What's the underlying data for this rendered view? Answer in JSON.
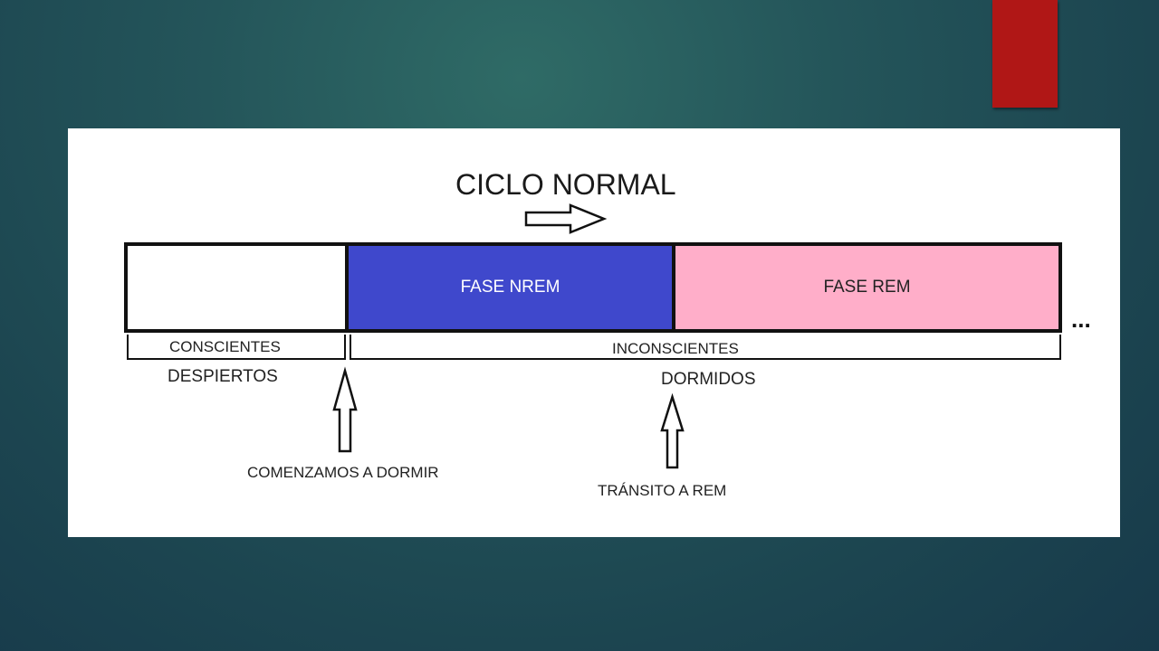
{
  "slide": {
    "title": "CICLO NORMAL",
    "phases": {
      "nrem": "FASE NREM",
      "rem": "FASE REM"
    },
    "continuation": "...",
    "brackets": {
      "conscious": "CONSCIENTES",
      "unconscious": "INCONSCIENTES"
    },
    "states": {
      "awake": "DESPIERTOS",
      "asleep": "DORMIDOS"
    },
    "annotations": {
      "start_sleep": "COMENZAMOS A DORMIR",
      "transition_rem": "TRÁNSITO  A REM"
    },
    "colors": {
      "nrem": "#3f48cc",
      "rem": "#ffaec9",
      "accent_tab": "#b01716"
    }
  }
}
